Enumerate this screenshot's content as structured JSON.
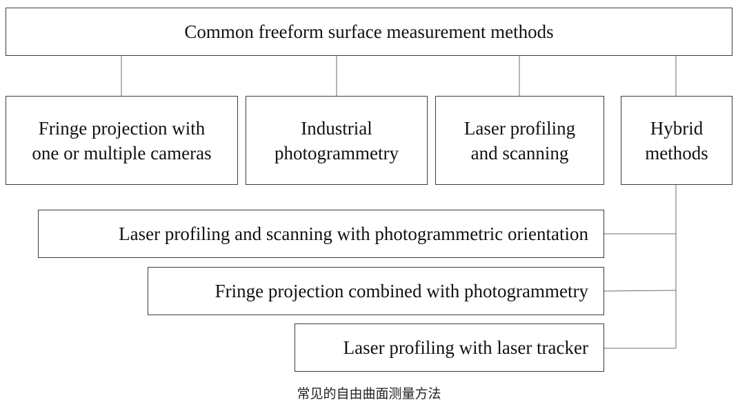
{
  "diagram": {
    "root": {
      "label": "Common freeform surface measurement methods"
    },
    "categories": [
      {
        "line1": "Fringe projection with",
        "line2": "one or multiple cameras"
      },
      {
        "line1": "Industrial",
        "line2": "photogrammetry"
      },
      {
        "line1": "Laser profiling",
        "line2": "and scanning"
      },
      {
        "line1": "Hybrid",
        "line2": "methods"
      }
    ],
    "hybrid_methods": [
      {
        "label": "Laser profiling and scanning with photogrammetric orientation"
      },
      {
        "label": "Fringe projection combined with photogrammetry"
      },
      {
        "label": "Laser profiling with laser tracker"
      }
    ]
  },
  "caption": "常见的自由曲面测量方法"
}
